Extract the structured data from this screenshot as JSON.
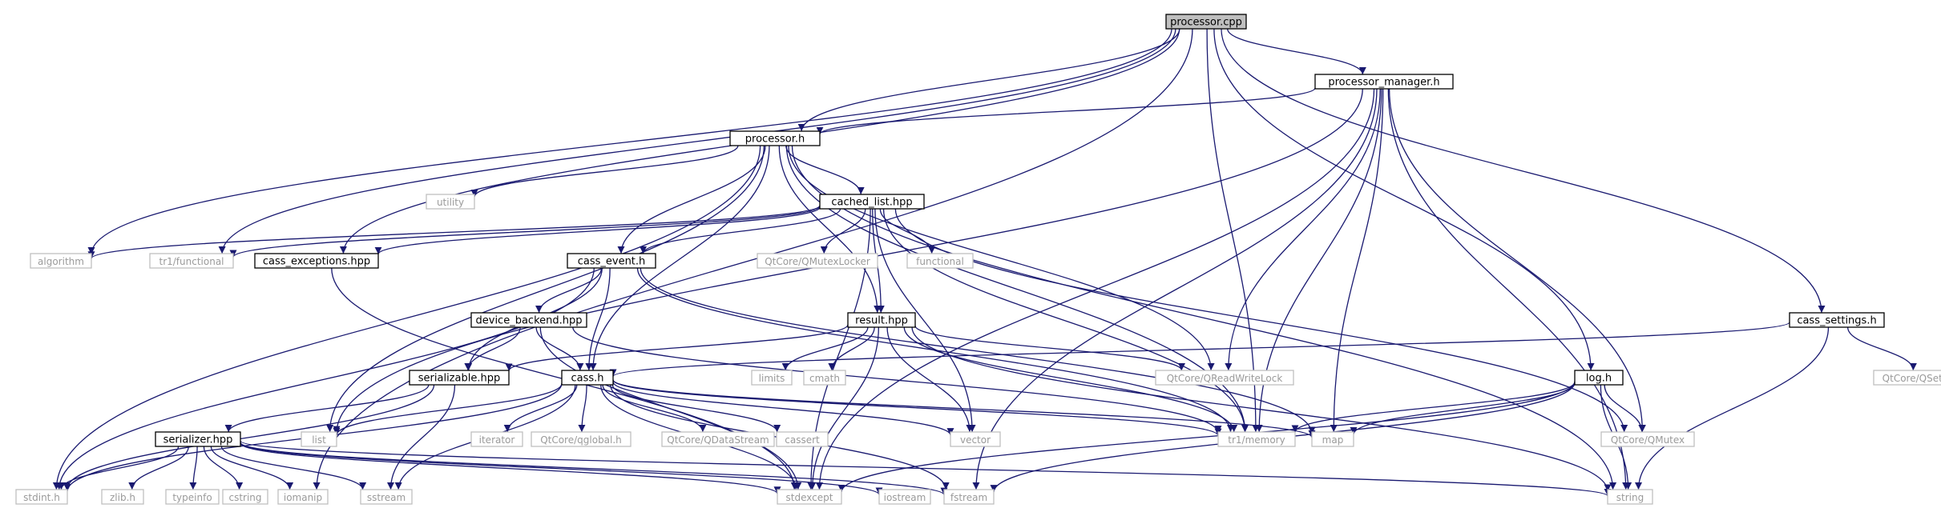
{
  "colors": {
    "edge": "#191970",
    "root_fill": "#bfbfbf",
    "doc_border": "#000000",
    "sys_border": "#bfbfbf",
    "sys_text": "#9a9a9a"
  },
  "nodes": [
    {
      "id": "processor_cpp",
      "label": "processor.cpp",
      "kind": "root"
    },
    {
      "id": "processor_manager_h",
      "label": "processor_manager.h",
      "kind": "doc"
    },
    {
      "id": "processor_h",
      "label": "processor.h",
      "kind": "doc"
    },
    {
      "id": "cached_list_hpp",
      "label": "cached_list.hpp",
      "kind": "doc"
    },
    {
      "id": "cass_event_h",
      "label": "cass_event.h",
      "kind": "doc"
    },
    {
      "id": "cass_exceptions_hpp",
      "label": "cass_exceptions.hpp",
      "kind": "doc"
    },
    {
      "id": "device_backend_hpp",
      "label": "device_backend.hpp",
      "kind": "doc"
    },
    {
      "id": "result_hpp",
      "label": "result.hpp",
      "kind": "doc"
    },
    {
      "id": "serializable_hpp",
      "label": "serializable.hpp",
      "kind": "doc"
    },
    {
      "id": "cass_h",
      "label": "cass.h",
      "kind": "doc"
    },
    {
      "id": "serializer_hpp",
      "label": "serializer.hpp",
      "kind": "doc"
    },
    {
      "id": "cass_settings_h",
      "label": "cass_settings.h",
      "kind": "doc"
    },
    {
      "id": "log_h",
      "label": "log.h",
      "kind": "doc"
    },
    {
      "id": "algorithm",
      "label": "algorithm",
      "kind": "sys"
    },
    {
      "id": "tr1_functional",
      "label": "tr1/functional",
      "kind": "sys"
    },
    {
      "id": "utility",
      "label": "utility",
      "kind": "sys"
    },
    {
      "id": "qmutexlocker",
      "label": "QtCore/QMutexLocker",
      "kind": "sys"
    },
    {
      "id": "functional",
      "label": "functional",
      "kind": "sys"
    },
    {
      "id": "limits",
      "label": "limits",
      "kind": "sys"
    },
    {
      "id": "cmath",
      "label": "cmath",
      "kind": "sys"
    },
    {
      "id": "qreadwritelock",
      "label": "QtCore/QReadWriteLock",
      "kind": "sys"
    },
    {
      "id": "qsettings",
      "label": "QtCore/QSettings",
      "kind": "sys"
    },
    {
      "id": "list",
      "label": "list",
      "kind": "sys"
    },
    {
      "id": "iterator",
      "label": "iterator",
      "kind": "sys"
    },
    {
      "id": "qglobal",
      "label": "QtCore/qglobal.h",
      "kind": "sys"
    },
    {
      "id": "qdatastream",
      "label": "QtCore/QDataStream",
      "kind": "sys"
    },
    {
      "id": "cassert",
      "label": "cassert",
      "kind": "sys"
    },
    {
      "id": "vector",
      "label": "vector",
      "kind": "sys"
    },
    {
      "id": "tr1_memory",
      "label": "tr1/memory",
      "kind": "sys"
    },
    {
      "id": "map",
      "label": "map",
      "kind": "sys"
    },
    {
      "id": "qmutex",
      "label": "QtCore/QMutex",
      "kind": "sys"
    },
    {
      "id": "stdint_h",
      "label": "stdint.h",
      "kind": "sys"
    },
    {
      "id": "zlib_h",
      "label": "zlib.h",
      "kind": "sys"
    },
    {
      "id": "typeinfo",
      "label": "typeinfo",
      "kind": "sys"
    },
    {
      "id": "cstring",
      "label": "cstring",
      "kind": "sys"
    },
    {
      "id": "iomanip",
      "label": "iomanip",
      "kind": "sys"
    },
    {
      "id": "sstream",
      "label": "sstream",
      "kind": "sys"
    },
    {
      "id": "stdexcept",
      "label": "stdexcept",
      "kind": "sys"
    },
    {
      "id": "iostream",
      "label": "iostream",
      "kind": "sys"
    },
    {
      "id": "fstream",
      "label": "fstream",
      "kind": "sys"
    },
    {
      "id": "string",
      "label": "string",
      "kind": "sys"
    }
  ],
  "edges": [
    [
      "processor_cpp",
      "processor_manager_h"
    ],
    [
      "processor_cpp",
      "processor_h"
    ],
    [
      "processor_cpp",
      "algorithm"
    ],
    [
      "processor_cpp",
      "tr1_functional"
    ],
    [
      "processor_cpp",
      "cass_exceptions_hpp"
    ],
    [
      "processor_cpp",
      "cass_settings_h"
    ],
    [
      "processor_cpp",
      "log_h"
    ],
    [
      "processor_cpp",
      "tr1_memory"
    ],
    [
      "processor_cpp",
      "iomanip"
    ],
    [
      "processor_manager_h",
      "processor_h"
    ],
    [
      "processor_manager_h",
      "qreadwritelock"
    ],
    [
      "processor_manager_h",
      "tr1_memory"
    ],
    [
      "processor_manager_h",
      "map"
    ],
    [
      "processor_manager_h",
      "stdexcept"
    ],
    [
      "processor_manager_h",
      "string"
    ],
    [
      "processor_manager_h",
      "qmutex"
    ],
    [
      "processor_manager_h",
      "list"
    ],
    [
      "processor_manager_h",
      "fstream"
    ],
    [
      "processor_h",
      "cached_list_hpp"
    ],
    [
      "processor_h",
      "cass_event_h"
    ],
    [
      "processor_h",
      "result_hpp"
    ],
    [
      "processor_h",
      "cass_h"
    ],
    [
      "processor_h",
      "utility"
    ],
    [
      "processor_h",
      "qreadwritelock"
    ],
    [
      "processor_h",
      "tr1_memory"
    ],
    [
      "processor_h",
      "string"
    ],
    [
      "processor_h",
      "stdint_h"
    ],
    [
      "processor_h",
      "list"
    ],
    [
      "cached_list_hpp",
      "cass_event_h"
    ],
    [
      "cached_list_hpp",
      "cass_exceptions_hpp"
    ],
    [
      "cached_list_hpp",
      "result_hpp"
    ],
    [
      "cached_list_hpp",
      "qmutexlocker"
    ],
    [
      "cached_list_hpp",
      "functional"
    ],
    [
      "cached_list_hpp",
      "algorithm"
    ],
    [
      "cached_list_hpp",
      "tr1_functional"
    ],
    [
      "cached_list_hpp",
      "vector"
    ],
    [
      "cached_list_hpp",
      "tr1_memory"
    ],
    [
      "cached_list_hpp",
      "stdexcept"
    ],
    [
      "cached_list_hpp",
      "qmutex"
    ],
    [
      "cass_event_h",
      "device_backend_hpp"
    ],
    [
      "cass_event_h",
      "serializable_hpp"
    ],
    [
      "cass_event_h",
      "cass_h"
    ],
    [
      "cass_event_h",
      "map"
    ],
    [
      "cass_event_h",
      "stdint_h"
    ],
    [
      "cass_event_h",
      "tr1_memory"
    ],
    [
      "cass_exceptions_hpp",
      "stdexcept"
    ],
    [
      "device_backend_hpp",
      "serializable_hpp"
    ],
    [
      "device_backend_hpp",
      "cass_h"
    ],
    [
      "device_backend_hpp",
      "tr1_memory"
    ],
    [
      "device_backend_hpp",
      "stdexcept"
    ],
    [
      "result_hpp",
      "serializable_hpp"
    ],
    [
      "result_hpp",
      "limits"
    ],
    [
      "result_hpp",
      "cmath"
    ],
    [
      "result_hpp",
      "vector"
    ],
    [
      "result_hpp",
      "tr1_memory"
    ],
    [
      "result_hpp",
      "qreadwritelock"
    ],
    [
      "result_hpp",
      "stdexcept"
    ],
    [
      "result_hpp",
      "string"
    ],
    [
      "serializable_hpp",
      "serializer_hpp"
    ],
    [
      "serializable_hpp",
      "stdint_h"
    ],
    [
      "serializable_hpp",
      "sstream"
    ],
    [
      "cass_h",
      "list"
    ],
    [
      "cass_h",
      "iterator"
    ],
    [
      "cass_h",
      "qglobal"
    ],
    [
      "cass_h",
      "qdatastream"
    ],
    [
      "cass_h",
      "cassert"
    ],
    [
      "cass_h",
      "vector"
    ],
    [
      "cass_h",
      "tr1_memory"
    ],
    [
      "cass_h",
      "map"
    ],
    [
      "cass_h",
      "stdint_h"
    ],
    [
      "cass_h",
      "sstream"
    ],
    [
      "cass_h",
      "stdexcept"
    ],
    [
      "cass_h",
      "fstream"
    ],
    [
      "serializer_hpp",
      "stdint_h"
    ],
    [
      "serializer_hpp",
      "zlib_h"
    ],
    [
      "serializer_hpp",
      "typeinfo"
    ],
    [
      "serializer_hpp",
      "cstring"
    ],
    [
      "serializer_hpp",
      "iomanip"
    ],
    [
      "serializer_hpp",
      "sstream"
    ],
    [
      "serializer_hpp",
      "stdexcept"
    ],
    [
      "serializer_hpp",
      "iostream"
    ],
    [
      "serializer_hpp",
      "fstream"
    ],
    [
      "serializer_hpp",
      "string"
    ],
    [
      "cass_settings_h",
      "cass_h"
    ],
    [
      "cass_settings_h",
      "qsettings"
    ],
    [
      "cass_settings_h",
      "string"
    ],
    [
      "log_h",
      "tr1_memory"
    ],
    [
      "log_h",
      "map"
    ],
    [
      "log_h",
      "qmutex"
    ],
    [
      "log_h",
      "string"
    ],
    [
      "log_h",
      "stdexcept"
    ],
    [
      "log_h",
      "fstream"
    ]
  ]
}
